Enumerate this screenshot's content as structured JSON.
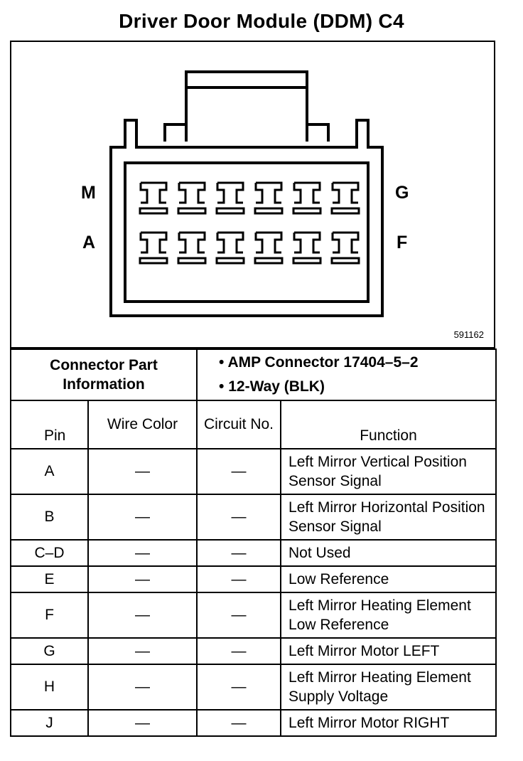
{
  "title": "Driver Door Module (DDM) C4",
  "figure_id": "591162",
  "pin_labels": {
    "top_left": "M",
    "bottom_left": "A",
    "top_right": "G",
    "bottom_right": "F"
  },
  "connector_info": {
    "label": "Connector Part Information",
    "bullet": "•",
    "items": [
      "AMP Connector 17404–5–2",
      "12-Way (BLK)"
    ]
  },
  "columns": {
    "pin": "Pin",
    "wire_color": "Wire Color",
    "circuit_no": "Circuit No.",
    "function": "Function"
  },
  "rows": [
    {
      "pin": "A",
      "wire_color": "—",
      "circuit": "—",
      "function": "Left Mirror Vertical Position Sensor Signal"
    },
    {
      "pin": "B",
      "wire_color": "—",
      "circuit": "—",
      "function": "Left Mirror Horizontal Position Sensor Signal"
    },
    {
      "pin": "C–D",
      "wire_color": "—",
      "circuit": "—",
      "function": "Not Used"
    },
    {
      "pin": "E",
      "wire_color": "—",
      "circuit": "—",
      "function": "Low Reference"
    },
    {
      "pin": "F",
      "wire_color": "—",
      "circuit": "—",
      "function": "Left Mirror Heating Element Low Reference"
    },
    {
      "pin": "G",
      "wire_color": "—",
      "circuit": "—",
      "function": "Left Mirror Motor LEFT"
    },
    {
      "pin": "H",
      "wire_color": "—",
      "circuit": "—",
      "function": "Left Mirror Heating Element Supply Voltage"
    },
    {
      "pin": "J",
      "wire_color": "—",
      "circuit": "—",
      "function": "Left Mirror Motor RIGHT"
    }
  ]
}
